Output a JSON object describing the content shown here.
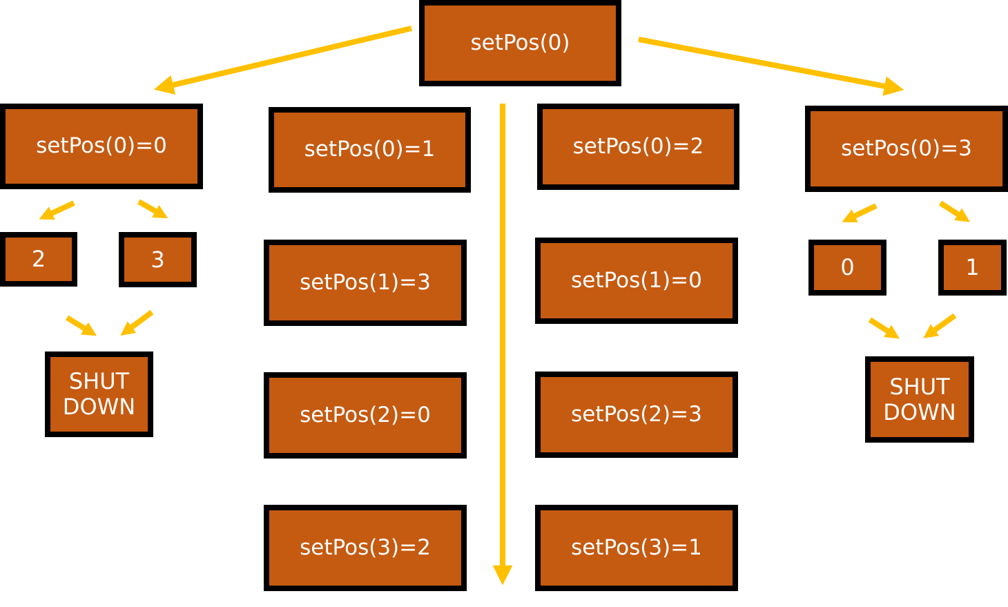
{
  "colors": {
    "box_fill": "#c55a11",
    "box_border": "#000000",
    "box_text": "#ffffff",
    "arrow": "#ffc000"
  },
  "root": "setPos(0)",
  "branches": {
    "b0": {
      "label": "setPos(0)=0",
      "sub": [
        "2",
        "3"
      ],
      "end": "SHUT\nDOWN"
    },
    "b1": {
      "label": "setPos(0)=1",
      "steps": [
        "setPos(1)=3",
        "setPos(2)=0",
        "setPos(3)=2"
      ]
    },
    "b2": {
      "label": "setPos(0)=2",
      "steps": [
        "setPos(1)=0",
        "setPos(2)=3",
        "setPos(3)=1"
      ]
    },
    "b3": {
      "label": "setPos(0)=3",
      "sub": [
        "0",
        "1"
      ],
      "end": "SHUT\nDOWN"
    }
  }
}
